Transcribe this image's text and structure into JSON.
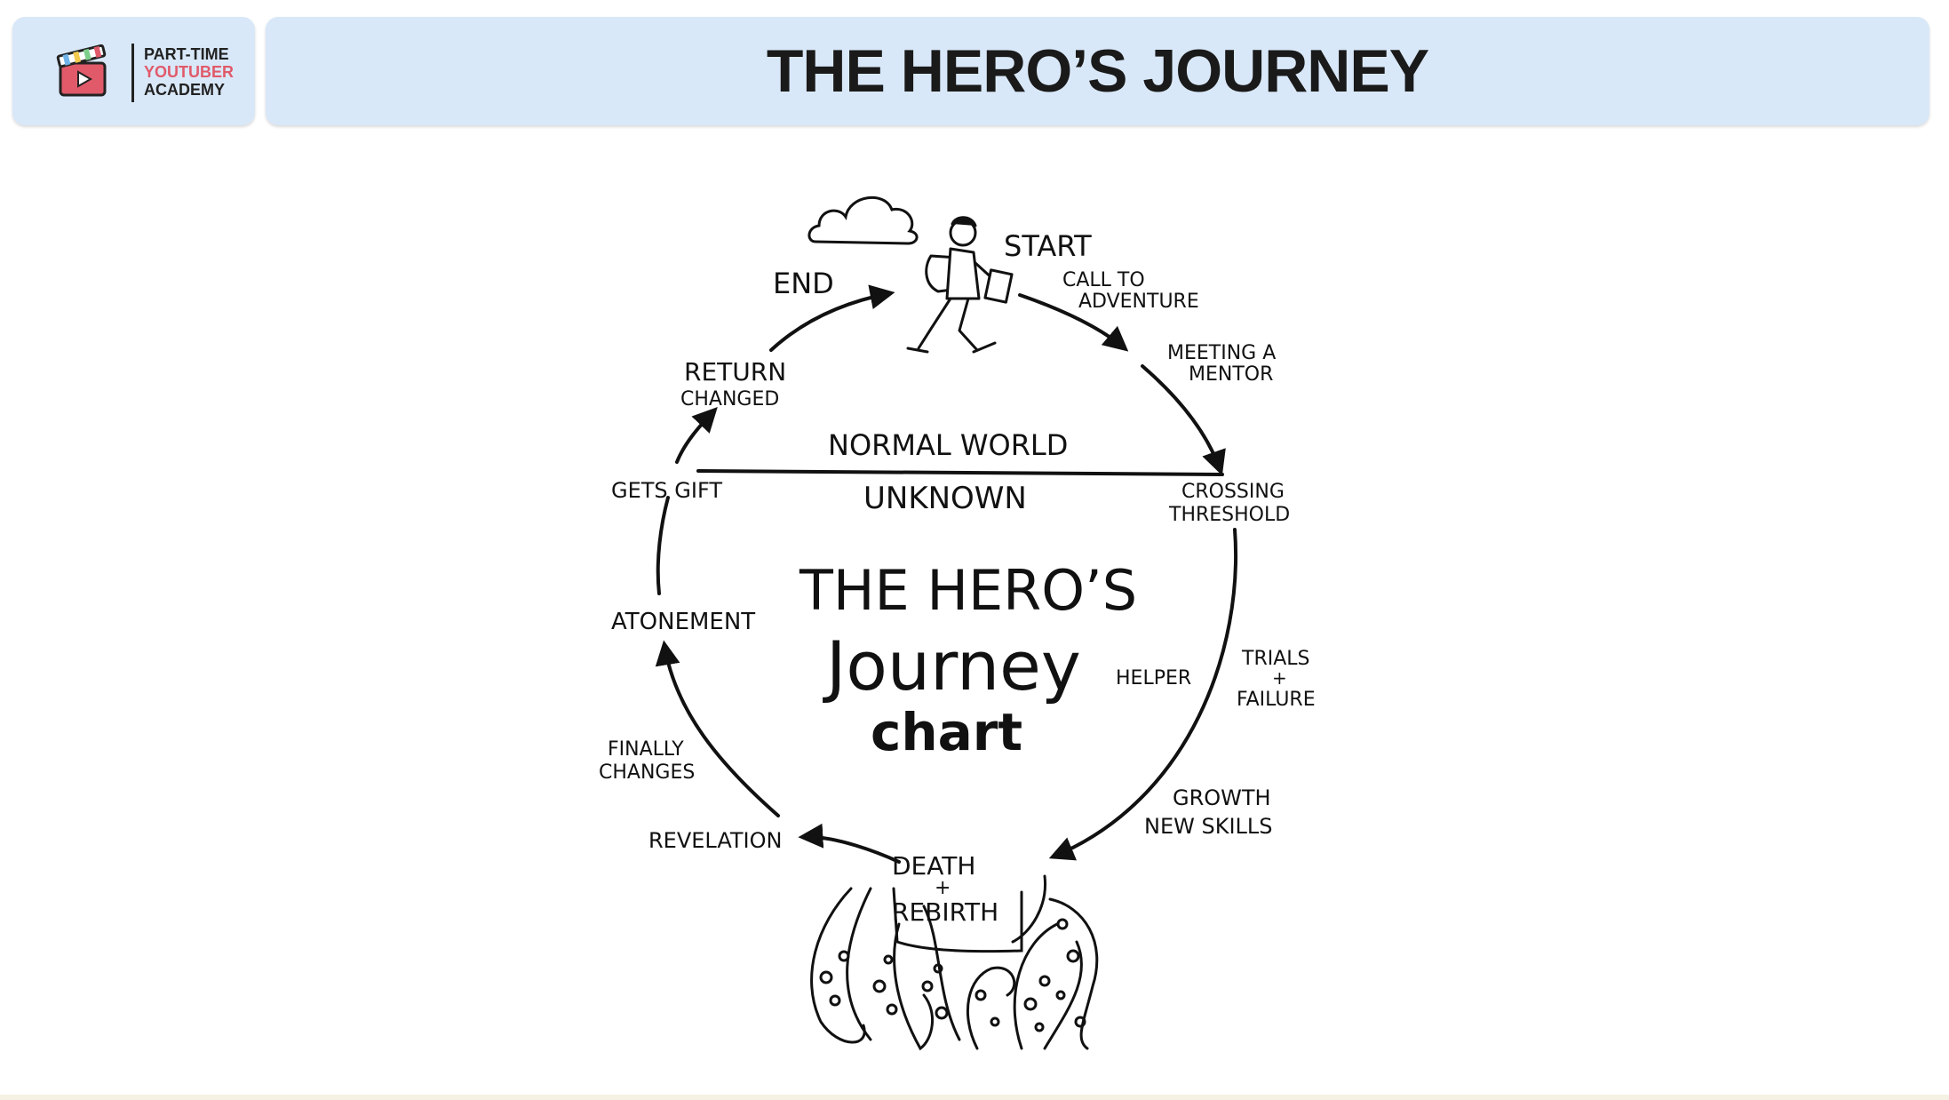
{
  "header": {
    "title": "THE HERO’S JOURNEY"
  },
  "logo": {
    "line1": "PART-TIME",
    "line2": "YOUTUBER",
    "line3": "ACADEMY",
    "color_primary": "#222222",
    "color_accent": "#e05a6a"
  },
  "diagram": {
    "center_title": [
      "THE HERO’S",
      "Journey",
      "chart"
    ],
    "boundary_top": "NORMAL WORLD",
    "boundary_bottom": "UNKNOWN",
    "labels": {
      "start": "START",
      "end": "END",
      "call": [
        "CALL TO",
        "ADVENTURE"
      ],
      "mentor": [
        "MEETING A",
        "MENTOR"
      ],
      "crossing": [
        "CROSSING",
        "THRESHOLD"
      ],
      "helper": "HELPER",
      "trials": [
        "TRIALS",
        "+",
        "FAILURE"
      ],
      "growth": [
        "GROWTH",
        "NEW SKILLS"
      ],
      "death": [
        "DEATH",
        "+",
        "REBIRTH"
      ],
      "revelation": "REVELATION",
      "finally": [
        "FINALLY",
        "CHANGES"
      ],
      "atonement": "ATONEMENT",
      "gift": "GETS GIFT",
      "return": [
        "RETURN",
        "CHANGED"
      ]
    }
  }
}
